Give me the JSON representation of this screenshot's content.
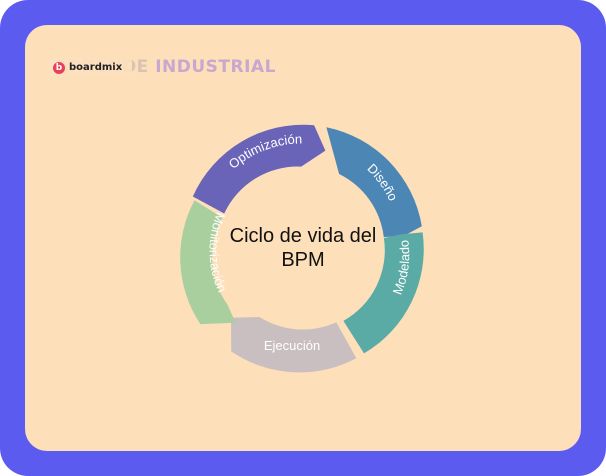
{
  "brand": {
    "watermark_prefix": "APRENDE ",
    "watermark_suffix": "INDUSTRIAL",
    "logo_letter": "b",
    "logo_name": "boardmix"
  },
  "diagram": {
    "center_title_line1": "Ciclo de vida del",
    "center_title_line2": "BPM",
    "stages": [
      {
        "label": "Optimización",
        "color": "#6a64b8"
      },
      {
        "label": "Diseño",
        "color": "#4b86b4"
      },
      {
        "label": "Modelado",
        "color": "#5aaaa5"
      },
      {
        "label": "Ejecución",
        "color": "#c9bfc0"
      },
      {
        "label": "Monitorización",
        "color": "#a9cf9f"
      }
    ]
  },
  "colors": {
    "frame": "#5b5bf0",
    "background": "#fddfb9",
    "stage_label": "#ffffff"
  }
}
